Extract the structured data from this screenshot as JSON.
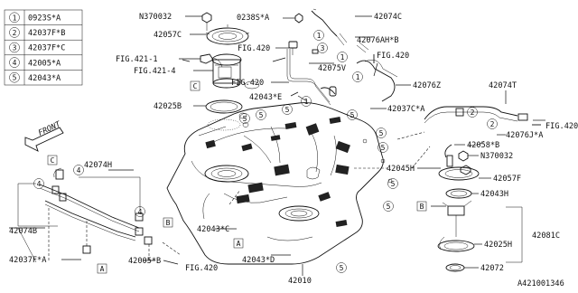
{
  "legend": [
    {
      "num": "1",
      "code": "0923S*A"
    },
    {
      "num": "2",
      "code": "42037F*B"
    },
    {
      "num": "3",
      "code": "42037F*C"
    },
    {
      "num": "4",
      "code": "42005*A"
    },
    {
      "num": "5",
      "code": "42043*A"
    }
  ],
  "labels": {
    "n370032_top": "N370032",
    "p42057c": "42057C",
    "fig421_1": "FIG.421-1",
    "fig421_4": "FIG.421-4",
    "box_c_mid": "C",
    "p42025b": "42025B",
    "p0238s": "0238S*A",
    "fig420_top": "FIG.420",
    "fig420_mid": "FIG.420",
    "p42043e": "42043*E",
    "p42074c": "42074C",
    "p42076ah": "42076AH*B",
    "fig420_right": "FIG.420",
    "p42075v": "42075V",
    "p42076z": "42076Z",
    "p42074t": "42074T",
    "p42037c": "42037C*A",
    "fig420_far": "FIG.420",
    "p42076j": "42076J*A",
    "p42058b": "42058*B",
    "n370032_right": "N370032",
    "p42045h": "42045H",
    "p42057f": "42057F",
    "p42043h": "42043H",
    "box_b_right": "B",
    "p42081c": "42081C",
    "p42025h": "42025H",
    "p42072": "42072",
    "front": "FRONT",
    "box_c_left": "C",
    "p42074h": "42074H",
    "p42074b": "42074B",
    "box_b_left": "B",
    "p42037fa": "42037F*A",
    "box_a_left": "A",
    "p42005b": "42005*B",
    "fig420_bottom": "FIG.420",
    "p42043c": "42043*C",
    "box_a_mid": "A",
    "p42043d": "42043*D",
    "p42010": "42010",
    "ref_code": "A421001346"
  }
}
